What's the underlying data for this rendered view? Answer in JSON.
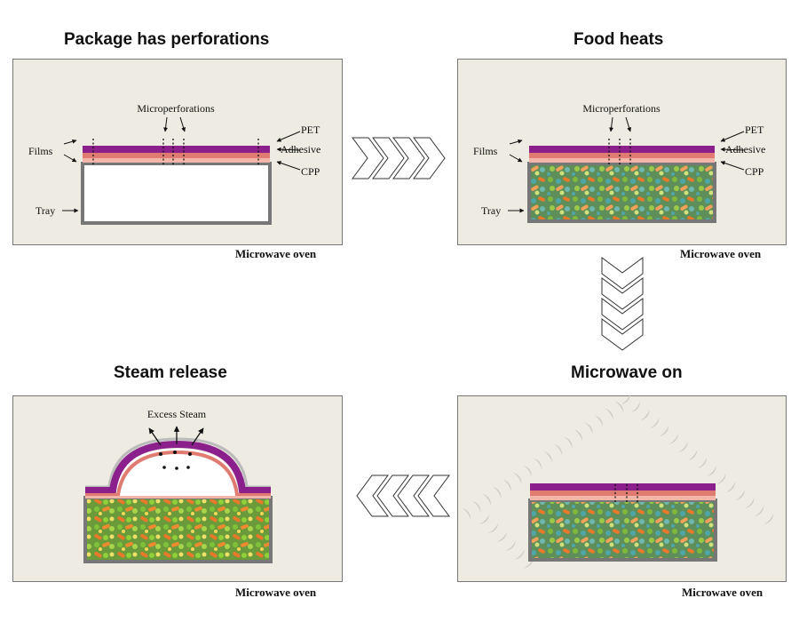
{
  "panels": {
    "p1": {
      "title": "Package has perforations",
      "caption": "Microwave oven"
    },
    "p2": {
      "title": "Food heats",
      "caption": "Microwave oven"
    },
    "p3": {
      "title": "Steam release",
      "caption": "Microwave oven"
    },
    "p4": {
      "title": "Microwave on",
      "caption": "Microwave oven"
    }
  },
  "labels": {
    "microperforations": "Microperforations",
    "films": "Films",
    "pet": "PET",
    "adhesive": "Adhesive",
    "cpp": "CPP",
    "tray": "Tray",
    "excess_steam": "Excess Steam"
  },
  "colors": {
    "panel_bg": "#eeebe2",
    "pet_layer": "#8b1f8c",
    "adhesive_layer": "#e07b72",
    "cpp_layer": "#f3b5a8",
    "tray_border": "#777777",
    "food_green": "#7fb83c",
    "food_orange": "#e8782a",
    "food_teal": "#4fa6a8"
  }
}
